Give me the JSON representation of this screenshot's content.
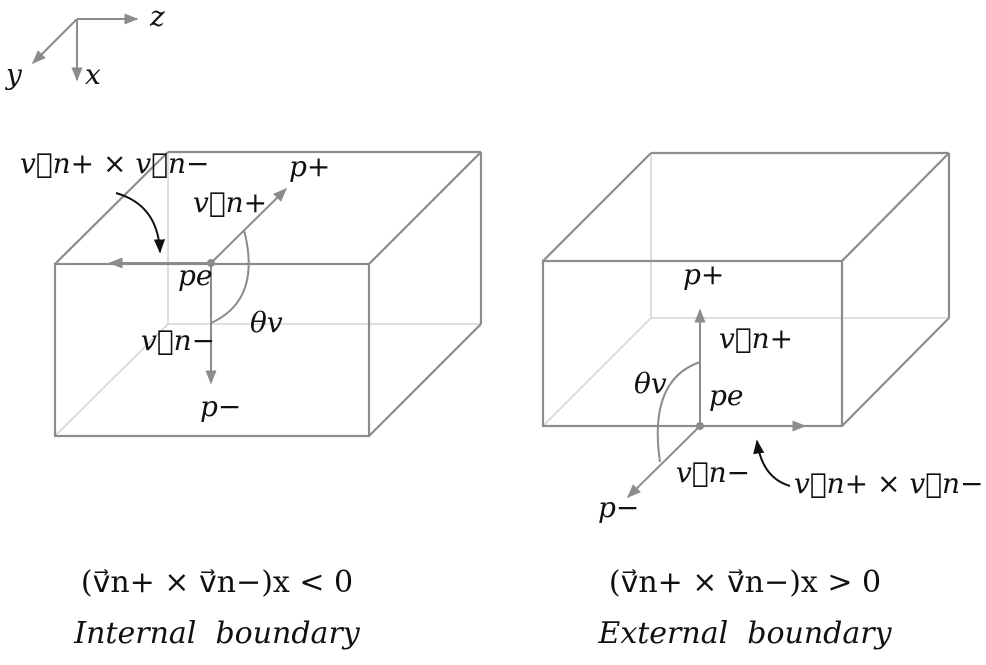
{
  "axes": {
    "z": "z",
    "y": "y",
    "x": "x"
  },
  "left": {
    "cross_label": "v⃗n+ × v⃗n−",
    "p_plus": "p+",
    "v_plus": "v⃗n+",
    "p_e": "pe",
    "theta": "θv",
    "v_minus": "v⃗n−",
    "p_minus": "p−",
    "condition": "(v⃗n+ × v⃗n−)x < 0",
    "title": "Internal  boundary"
  },
  "right": {
    "p_plus": "p+",
    "v_plus": "v⃗n+",
    "theta": "θv",
    "p_e": "pe",
    "v_minus": "v⃗n−",
    "cross_label": "v⃗n+ × v⃗n−",
    "p_minus": "p−",
    "condition": "(v⃗n+ × v⃗n−)x > 0",
    "title": "External  boundary"
  },
  "colors": {
    "edge": "#8c8c8c",
    "hidden_edge": "#d6d6d6",
    "ink": "#111111"
  }
}
